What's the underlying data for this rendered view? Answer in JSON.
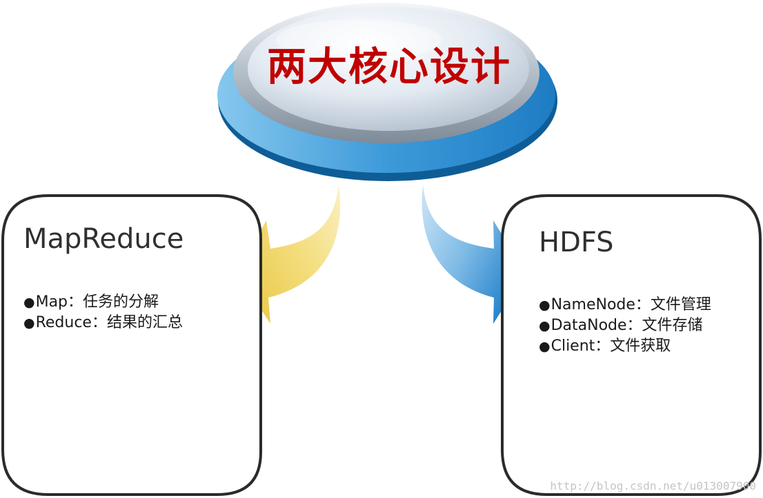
{
  "title": "两大核心设计",
  "left_box": {
    "title": "MapReduce",
    "items": [
      "Map：任务的分解",
      "Reduce：结果的汇总"
    ]
  },
  "right_box": {
    "title": "HDFS",
    "items": [
      "NameNode：文件管理",
      "DataNode：文件存储",
      "Client：文件获取"
    ]
  },
  "watermark": "http://blog.csdn.net/u013007900",
  "colors": {
    "title_text": "#c00000",
    "disk_blue": "#2e8bd0",
    "left_arrow": "#f0d460",
    "right_arrow": "#2a88d2",
    "box_border": "#2b2b2b"
  }
}
